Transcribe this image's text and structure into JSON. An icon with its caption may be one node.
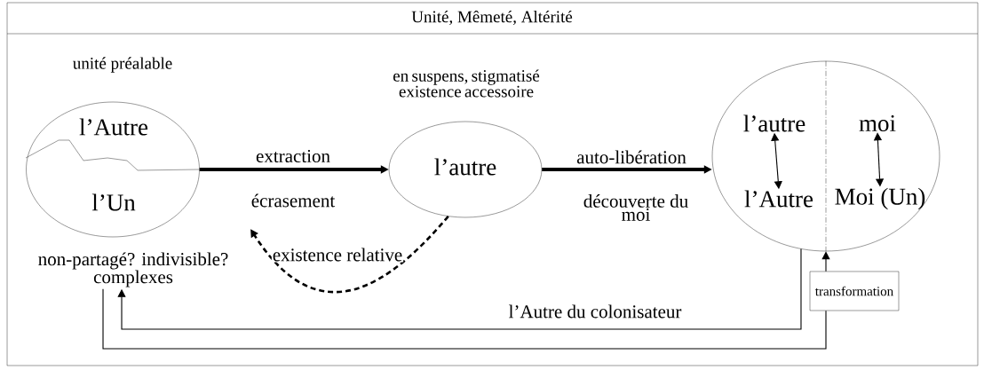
{
  "diagram": {
    "title": "Unité, Mêmeté, Altérité",
    "nodes": [
      {
        "text": [
          "l’Autre",
          "l’Un"
        ],
        "beside": [
          "unité préalable"
        ]
      },
      {
        "text": [
          "non-partagé? indivisible? complexes"
        ]
      },
      {
        "text": [
          "l’autre"
        ],
        "beside": [
          "en suspens, stigmatisé existence accessoire"
        ]
      },
      {
        "text": [],
        "shape": "circle"
      },
      {
        "text": [
          "l’autre"
        ],
        "in": 3
      },
      {
        "text": [
          "l’Autre"
        ],
        "in": 3
      },
      {
        "text": [
          "moi"
        ],
        "in": 3
      },
      {
        "text": [
          "Moi (Un)"
        ],
        "in": 3
      },
      {
        "text": [
          "transformation"
        ]
      }
    ],
    "edges": [
      {
        "from": 0,
        "to": 2,
        "arrow": "to",
        "style": "thick",
        "label": "extraction"
      },
      {
        "from": 2,
        "to": 3,
        "arrow": "to",
        "style": "thick",
        "label": "auto-libération"
      },
      {
        "from": 2,
        "to": null,
        "arrow": "to",
        "style": "dashed",
        "label": "existence relative"
      },
      {
        "from": 4,
        "to": 5,
        "arrow": "both"
      },
      {
        "from": 6,
        "to": 7,
        "arrow": "both"
      },
      {
        "from": 3,
        "to": 1,
        "arrow": "to",
        "label": "l’Autre du colonisateur"
      },
      {
        "from": 1,
        "to": 8,
        "arrow": "none"
      },
      {
        "from": 8,
        "to": 3,
        "arrow": "to"
      }
    ],
    "labels": [
      "écrasement",
      "découverte du moi"
    ]
  }
}
